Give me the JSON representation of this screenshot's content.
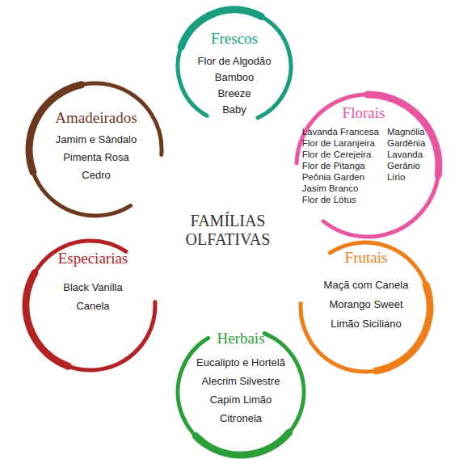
{
  "diagram": {
    "title": "FAMÍLIAS OLFATIVAS",
    "nodes": [
      {
        "text": [
          "Frescos",
          "Flor de Algodão",
          "Bamboo",
          "Breeze",
          "Baby"
        ]
      },
      {
        "text": [
          "Florais",
          "Lavanda Francesa",
          "Flor de Laranjeira",
          "Flor de Cerejeira",
          "Flor de Pitanga",
          "Peônia Garden",
          "Jasim Branco",
          "Flor de Lótus",
          "Magnólia",
          "Gardênia",
          "Lavanda",
          "Gerânio",
          "Lírio"
        ]
      },
      {
        "text": [
          "Frutais",
          "Maçã com Canela",
          "Morango Sweet",
          "Limão Siciliano"
        ]
      },
      {
        "text": [
          "Herbais",
          "Eucalipto e Hortelã",
          "Alecrim Silvestre",
          "Capim Limão",
          "Citronela"
        ]
      },
      {
        "text": [
          "Especiarias",
          "Black Vanilla",
          "Canela"
        ]
      },
      {
        "text": [
          "Amadeirados",
          "Jamim e Sândalo",
          "Pimenta Rosa",
          "Cedro"
        ]
      }
    ]
  }
}
